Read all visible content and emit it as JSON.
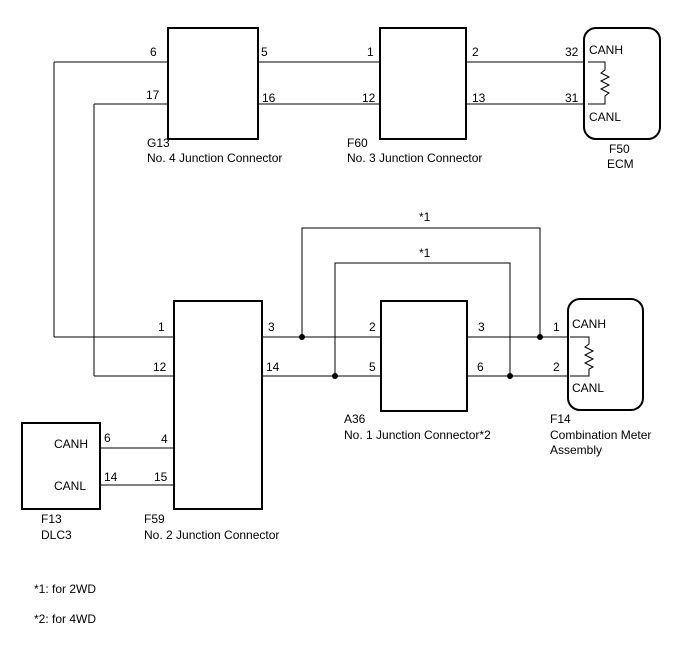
{
  "connectors": {
    "g13": {
      "code": "G13",
      "name": "No. 4 Junction Connector",
      "pins": {
        "p6": "6",
        "p5": "5",
        "p17": "17",
        "p16": "16"
      }
    },
    "f60": {
      "code": "F60",
      "name": "No. 3 Junction Connector",
      "pins": {
        "p1": "1",
        "p2": "2",
        "p12": "12",
        "p13": "13"
      }
    },
    "f50": {
      "code": "F50",
      "name": "ECM",
      "pins": {
        "p32": "32",
        "p31": "31"
      },
      "canh": "CANH",
      "canl": "CANL"
    },
    "f59": {
      "code": "F59",
      "name": "No. 2 Junction Connector",
      "pins": {
        "p1": "1",
        "p3": "3",
        "p12": "12",
        "p14": "14",
        "p4": "4",
        "p15": "15"
      }
    },
    "a36": {
      "code": "A36",
      "name": "No. 1 Junction Connector*2",
      "pins": {
        "p2": "2",
        "p3": "3",
        "p5": "5",
        "p6": "6"
      }
    },
    "f14": {
      "code": "F14",
      "name_line1": "Combination Meter",
      "name_line2": "Assembly",
      "pins": {
        "p1": "1",
        "p2": "2"
      },
      "canh": "CANH",
      "canl": "CANL"
    },
    "f13": {
      "code": "F13",
      "name": "DLC3",
      "pins": {
        "p6": "6",
        "p14": "14"
      },
      "canh": "CANH",
      "canl": "CANL"
    }
  },
  "bypass_labels": {
    "upper": "*1",
    "lower": "*1"
  },
  "notes": {
    "note1": "*1: for 2WD",
    "note2": "*2: for 4WD"
  }
}
